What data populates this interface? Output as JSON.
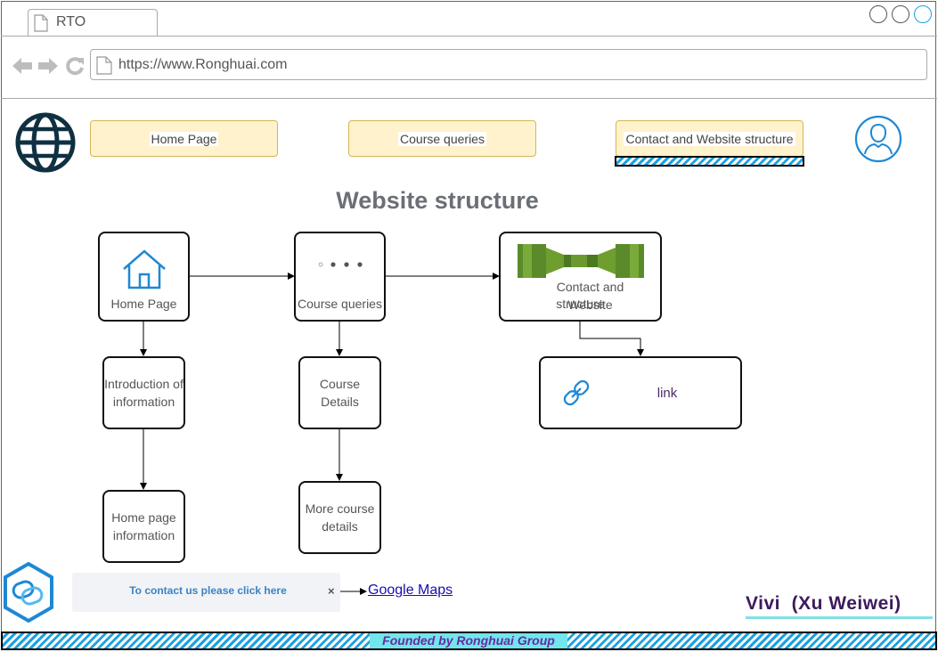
{
  "browser": {
    "tab_title": "RTO",
    "url": "https://www.Ronghuai.com"
  },
  "nav": {
    "home": "Home Page",
    "courses": "Course queries",
    "contact": "Contact and Website structure"
  },
  "diagram": {
    "title": "Website structure",
    "nodes": {
      "home": "Home Page",
      "courses": "Course queries",
      "contact_line1": "Contact and Website",
      "contact_line2": "structure",
      "intro_line1": "Introduction of",
      "intro_line2": "information",
      "homeinfo_line1": "Home page",
      "homeinfo_line2": "information",
      "details_line1": "Course",
      "details_line2": "Details",
      "more_line1": "More course",
      "more_line2": "details",
      "link": "link"
    }
  },
  "contact": {
    "text": "To contact us please click here",
    "close": "×",
    "maps_link": "Google Maps"
  },
  "author": "Vivi  (Xu Weiwei)",
  "footer": "Founded by Ronghuai Group",
  "icons": {
    "globe": "globe-icon",
    "user": "user-icon",
    "house": "house-icon",
    "ellipsis": "ellipsis-icon",
    "connector": "connector-icon",
    "link": "link-icon",
    "brand": "brand-hex-icon"
  },
  "colors": {
    "accent_blue": "#1ba1e2",
    "button_fill": "#fff2cc",
    "button_border": "#d6b656",
    "footer_band": "#71e6ed"
  }
}
